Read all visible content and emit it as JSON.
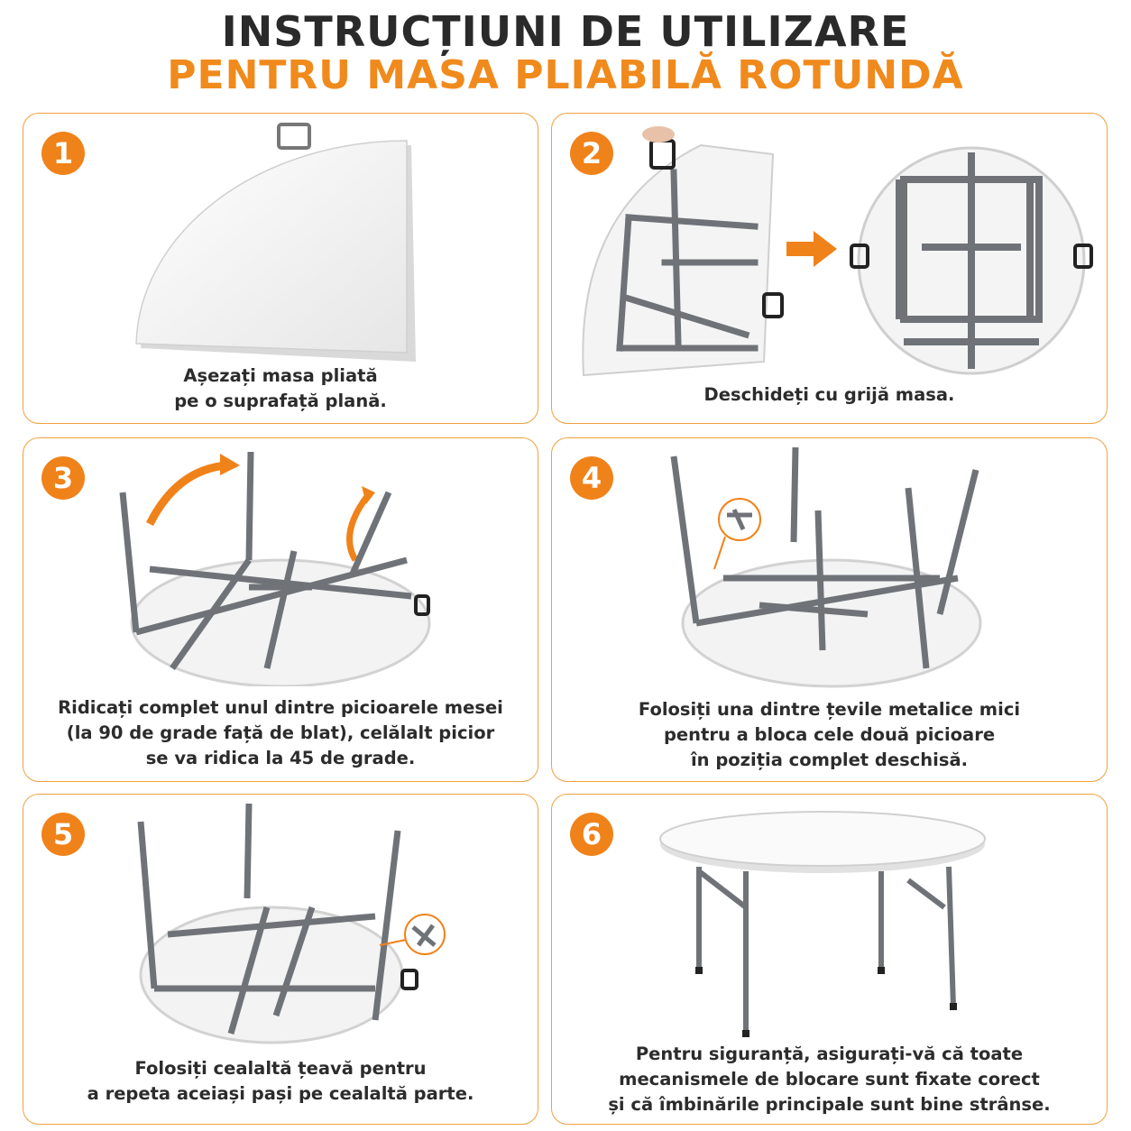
{
  "title": {
    "line1": "INSTRUCȚIUNI DE UTILIZARE",
    "line2": "PENTRU MASA PLIABILĂ ROTUNDĂ"
  },
  "colors": {
    "accent": "#f0821a",
    "title_dark": "#2a2a2a",
    "card_border": "#f0a040",
    "frame_gray": "#6f7378"
  },
  "steps": [
    {
      "number": "1",
      "lines": [
        "Așezați masa pliată",
        "pe o suprafață plană."
      ]
    },
    {
      "number": "2",
      "lines": [
        "Deschideți cu grijă masa."
      ]
    },
    {
      "number": "3",
      "lines": [
        "Ridicați complet unul dintre picioarele mesei",
        "(la 90 de grade față de blat), celălalt picior",
        "se va ridica la 45 de grade."
      ]
    },
    {
      "number": "4",
      "lines": [
        "Folosiți una dintre țevile metalice mici",
        "pentru a bloca cele două picioare",
        "în poziția complet deschisă."
      ]
    },
    {
      "number": "5",
      "lines": [
        "Folosiți cealaltă țeavă pentru",
        "a repeta aceiași pași pe cealaltă parte."
      ]
    },
    {
      "number": "6",
      "lines": [
        "Pentru siguranță, asigurați-vă că toate",
        "mecanismele de blocare sunt fixate corect",
        "și că îmbinările principale sunt bine strânse."
      ]
    }
  ]
}
